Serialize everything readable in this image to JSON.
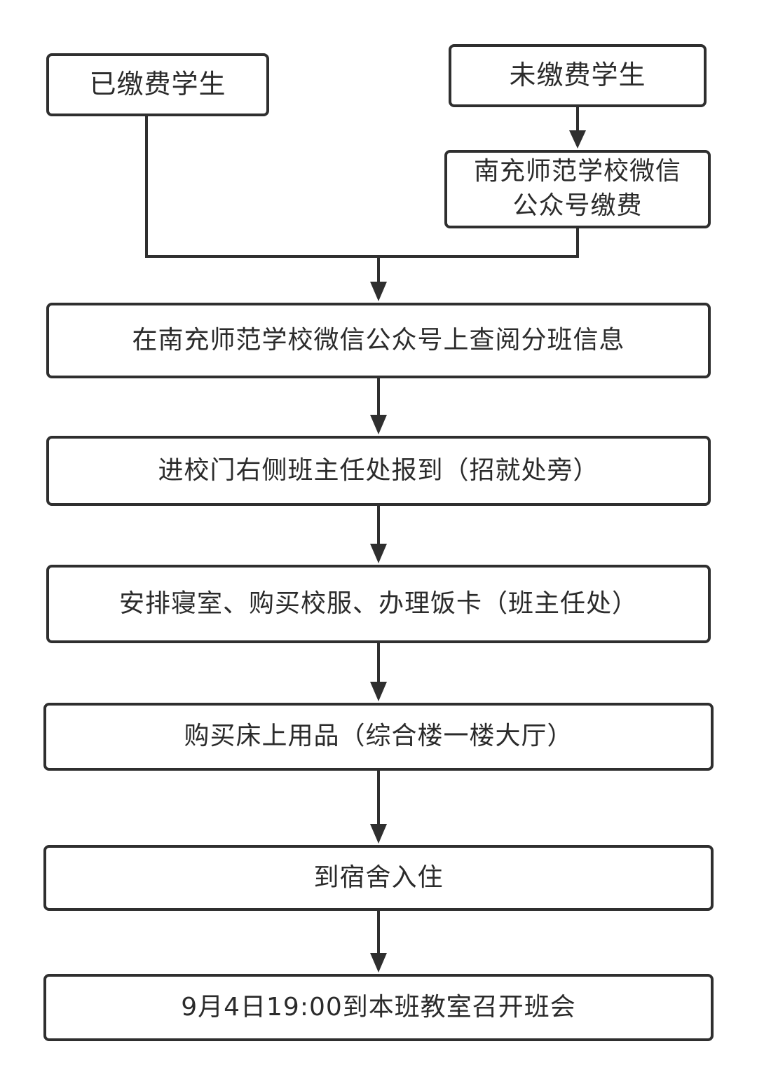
{
  "flowchart": {
    "paid_students": "已缴费学生",
    "unpaid_students": "未缴费学生",
    "pay_wechat_line1": "南充师范学校微信",
    "pay_wechat_line2": "公众号缴费",
    "check_class_info": "在南充师范学校微信公众号上查阅分班信息",
    "report_to_teacher": "进校门右侧班主任处报到（招就处旁）",
    "arrange_dorm": "安排寝室、购买校服、办理饭卡（班主任处）",
    "buy_bedding": "购买床上用品（综合楼一楼大厅）",
    "check_in_dorm": "到宿舍入住",
    "class_meeting": "9月4日19:00到本班教室召开班会"
  },
  "colors": {
    "line": "#2f2f2f",
    "text": "#2b2b2b",
    "background": "#ffffff"
  }
}
